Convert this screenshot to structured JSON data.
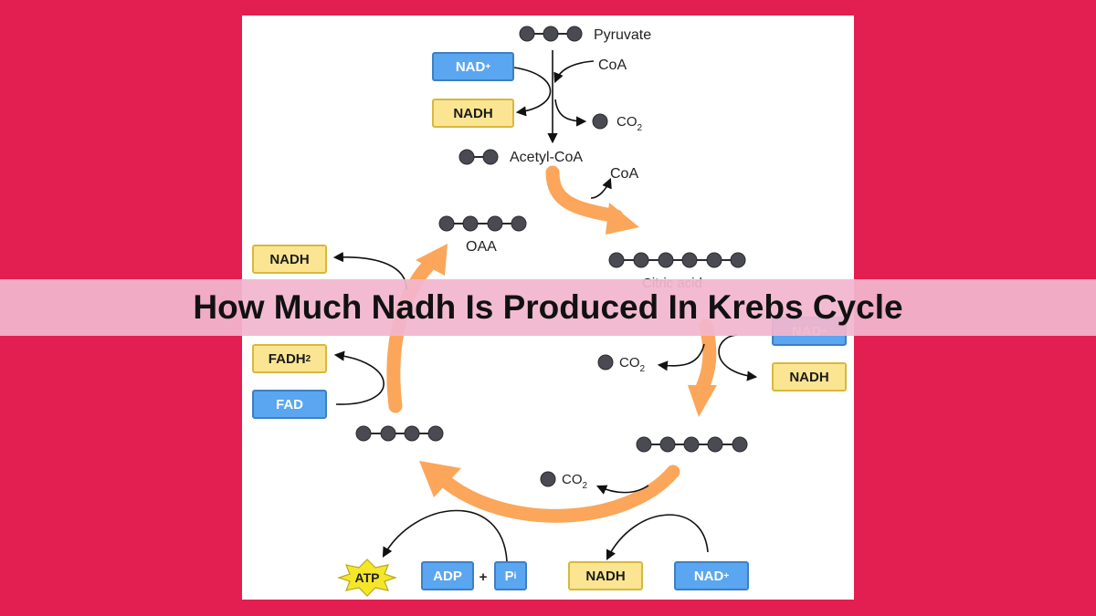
{
  "page": {
    "title": "How Much Nadh Is Produced In Krebs Cycle",
    "background_color": "#e31e50",
    "banner_color": "#f2b6cd"
  },
  "diagram": {
    "molecules": {
      "pyruvate": "Pyruvate",
      "coa_in": "CoA",
      "co2_top": "CO",
      "acetyl_coa": "Acetyl-CoA",
      "coa_out": "CoA",
      "oaa": "OAA",
      "citric_acid": "Citric acid",
      "co2_right": "CO",
      "co2_bottom": "CO",
      "co2_subscript": "2"
    },
    "boxes": {
      "nad_top": "NAD",
      "nadh_top": "NADH",
      "nadh_left": "NADH",
      "fadh2": "FADH",
      "fadh2_subscript": "2",
      "fad": "FAD",
      "nad_right": "NAD",
      "nadh_right": "NADH",
      "nadh_bottom": "NADH",
      "nad_bottom": "NAD",
      "adp": "ADP",
      "pi": "P",
      "pi_subscript": "i",
      "atp": "ATP",
      "plus_superscript": "+",
      "plus_sign": "+"
    },
    "colors": {
      "cycle_arrow": "#fba65a",
      "nad_box": "#5aa6f0",
      "nadh_box": "#fbe592",
      "atp_star": "#f5e62a",
      "molecule_bead": "#4a4a52"
    }
  }
}
